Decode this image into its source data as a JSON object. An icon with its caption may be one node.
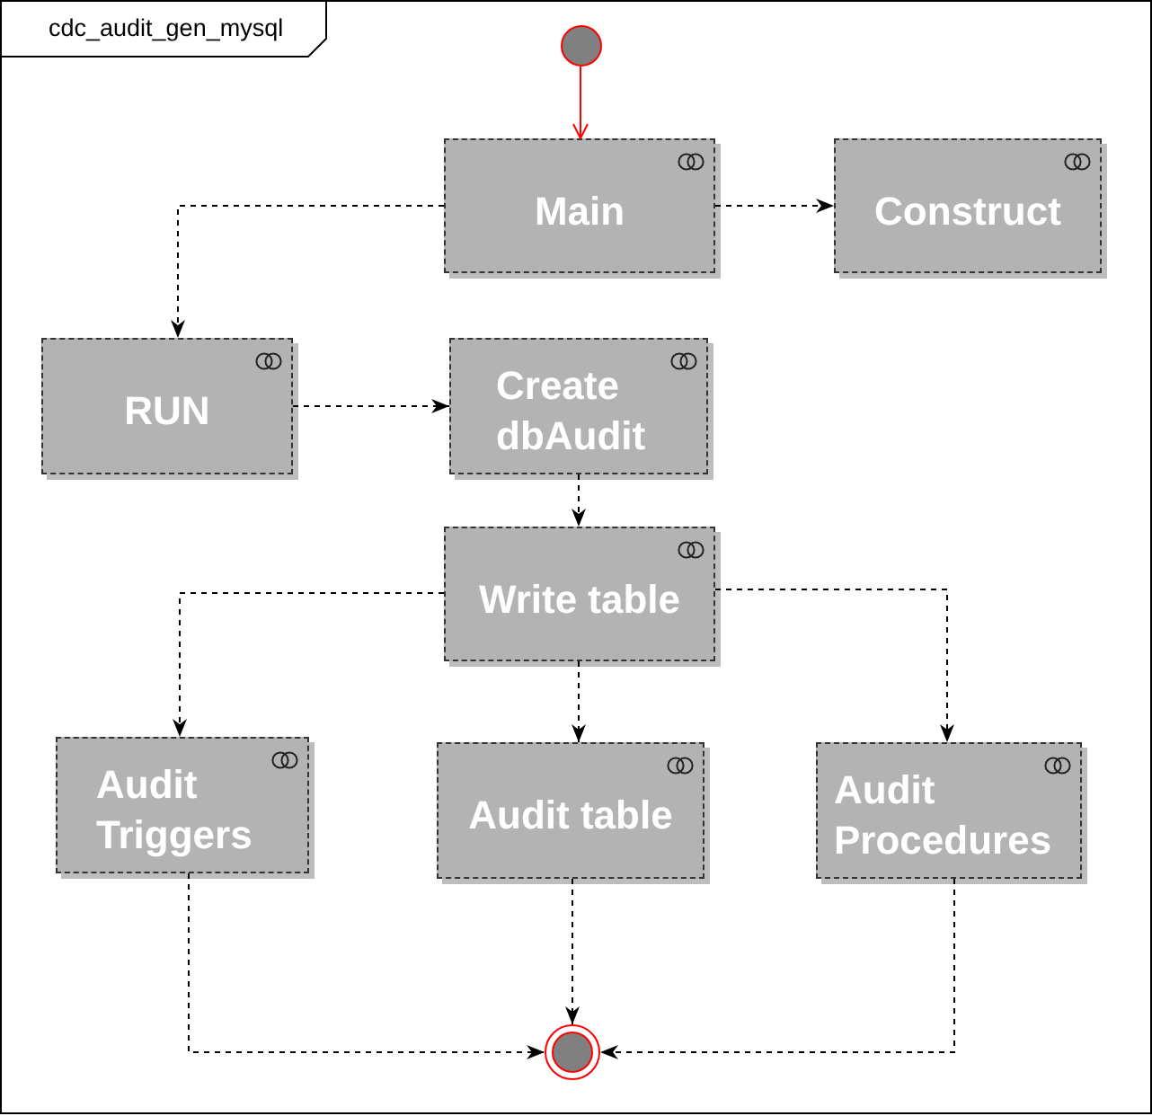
{
  "diagram": {
    "nodes": [
      {
        "text": [
          "cdc_audit_gen_mysql"
        ]
      },
      {
        "text": [],
        "shape": "circle",
        "in": 0
      },
      {
        "text": [
          "Main"
        ],
        "in": 0
      },
      {
        "text": [
          "Construct"
        ],
        "in": 0
      },
      {
        "text": [
          "RUN"
        ],
        "in": 0
      },
      {
        "text": [
          "Create dbAudit"
        ],
        "in": 0
      },
      {
        "text": [
          "Write table"
        ],
        "in": 0
      },
      {
        "text": [
          "Audit Triggers"
        ],
        "in": 0
      },
      {
        "text": [
          "Audit table"
        ],
        "in": 0
      },
      {
        "text": [
          "Audit Procedures"
        ],
        "in": 0
      },
      {
        "text": [],
        "shape": "bullseye",
        "in": 0
      }
    ],
    "edges": [
      {
        "from": 1,
        "to": 2,
        "arrow": "to",
        "color": "#ff0000"
      },
      {
        "from": 2,
        "to": 3,
        "arrow": "to",
        "style": "dashed"
      },
      {
        "from": 2,
        "to": 4,
        "arrow": "to",
        "style": "dashed"
      },
      {
        "from": 4,
        "to": 5,
        "arrow": "to",
        "style": "dashed"
      },
      {
        "from": 5,
        "to": 6,
        "arrow": "to",
        "style": "dashed"
      },
      {
        "from": 6,
        "to": 7,
        "arrow": "to",
        "style": "dashed"
      },
      {
        "from": 6,
        "to": 8,
        "arrow": "to",
        "style": "dashed"
      },
      {
        "from": 6,
        "to": 9,
        "arrow": "to",
        "style": "dashed"
      },
      {
        "from": 7,
        "to": 10,
        "arrow": "to",
        "style": "dashed"
      },
      {
        "from": 8,
        "to": 10,
        "arrow": "to",
        "style": "dashed"
      },
      {
        "from": 9,
        "to": 10,
        "arrow": "to",
        "style": "dashed"
      }
    ]
  }
}
